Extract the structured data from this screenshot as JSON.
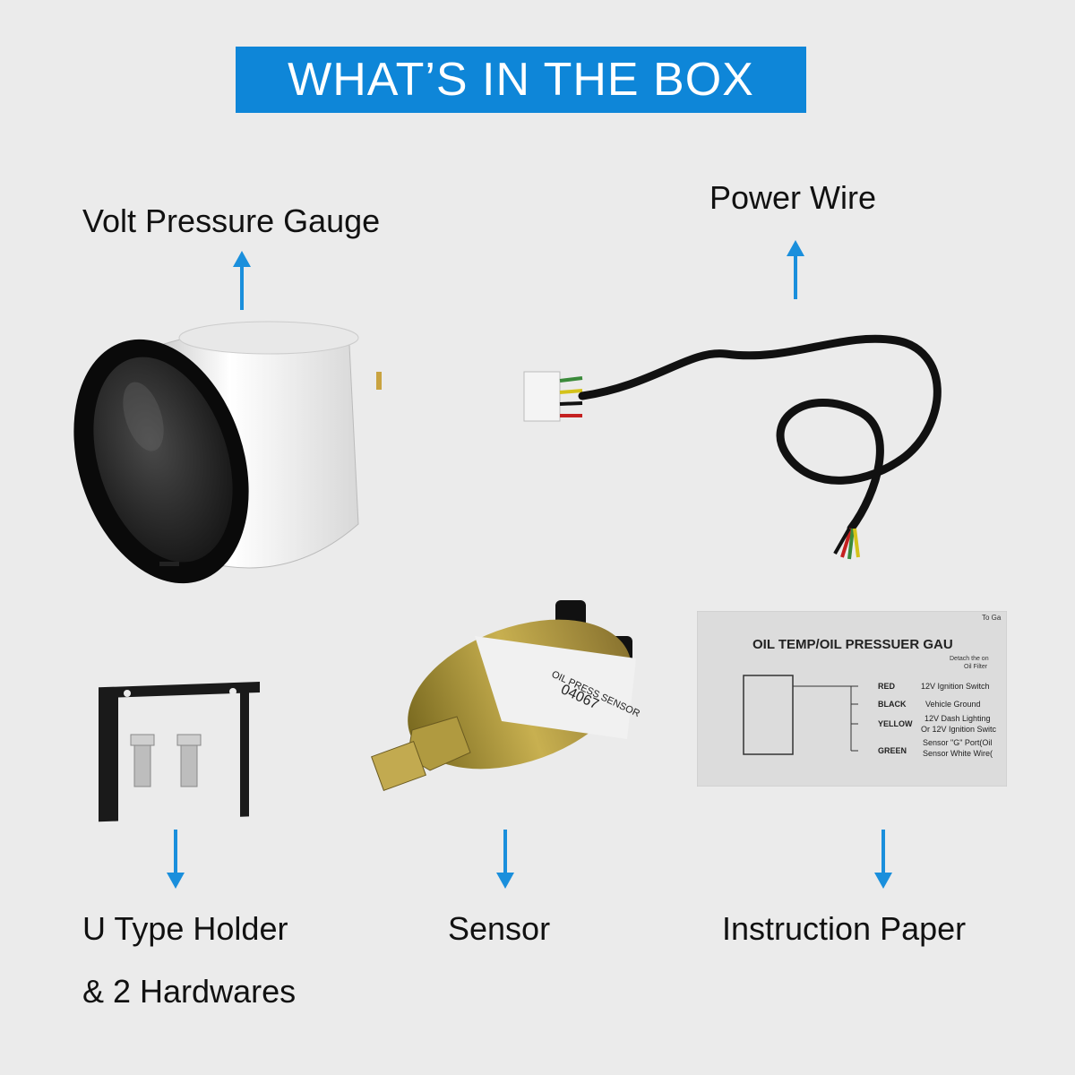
{
  "header": {
    "title": "WHAT’S IN THE BOX"
  },
  "items": [
    {
      "label": "Volt Pressure Gauge"
    },
    {
      "label": "Power Wire"
    },
    {
      "label_line1": "U Type Holder",
      "label_line2": "& 2 Hardwares"
    },
    {
      "label": "Sensor"
    },
    {
      "label": "Instruction Paper"
    }
  ],
  "sensor_print": {
    "line1": "OIL PRESS SENSOR",
    "line2": "04067"
  },
  "instruction_sheet": {
    "corner": "To Ga",
    "title": "OIL TEMP/OIL PRESSUER GAU",
    "note1": "Detach the on",
    "note2": "Oil Filter",
    "wires": [
      {
        "color": "RED",
        "desc": "12V Ignition Switch"
      },
      {
        "color": "BLACK",
        "desc": "Vehicle Ground"
      },
      {
        "color": "YELLOW",
        "desc": "12V Dash Lighting",
        "desc2": "Or 12V Ignition Switc"
      },
      {
        "color": "GREEN",
        "desc": "Sensor \"G\" Port(Oil",
        "desc2": "Sensor White Wire("
      }
    ]
  },
  "colors": {
    "accent": "#0e86d8",
    "background": "#ebebeb"
  }
}
